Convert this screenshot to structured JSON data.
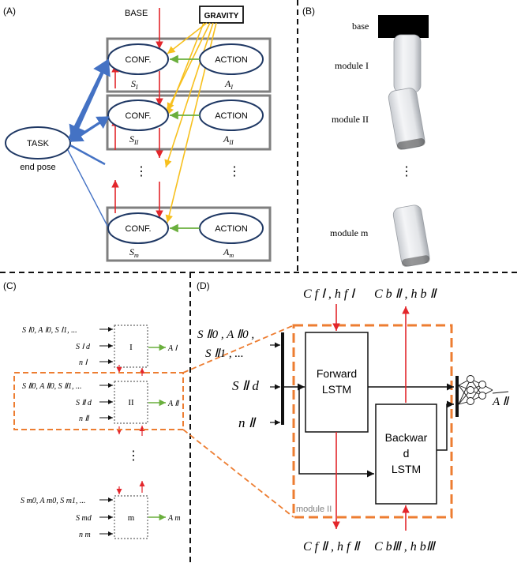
{
  "panel_a": {
    "label": "(A)",
    "base": "BASE",
    "gravity": "GRAVITY",
    "task": "TASK",
    "end_pose": "end pose",
    "rows": [
      {
        "conf": "CONF.",
        "action": "ACTION",
        "s": "S",
        "s_sub": "I",
        "a": "A",
        "a_sub": "I"
      },
      {
        "conf": "CONF.",
        "action": "ACTION",
        "s": "S",
        "s_sub": "II",
        "a": "A",
        "a_sub": "II"
      },
      {
        "conf": "CONF.",
        "action": "ACTION",
        "s": "S",
        "s_sub": "m",
        "a": "A",
        "a_sub": "m"
      }
    ],
    "ellipsis": "⋮"
  },
  "panel_b": {
    "label": "(B)",
    "base": "base",
    "modules": [
      "module I",
      "module II",
      "module m"
    ],
    "ellipsis": "⋮"
  },
  "panel_c": {
    "label": "(C)",
    "rows": [
      {
        "seq": "S",
        "seq_tail": "Ⅰ0, A Ⅰ0, S Ⅰ1, ...",
        "sd": "S Ⅰ d",
        "n": "n Ⅰ",
        "box": "I",
        "out": "A Ⅰ"
      },
      {
        "seq": "S",
        "seq_tail": "Ⅱ0, A Ⅱ0, S Ⅱ1, ...",
        "sd": "S Ⅱ d",
        "n": "n Ⅱ",
        "box": "II",
        "out": "A Ⅱ"
      },
      {
        "seq": "S",
        "seq_tail": "m0, A m0, S m1, ...",
        "sd": "S md",
        "n": "n m",
        "box": "m",
        "out": "A m"
      }
    ],
    "ellipsis": "⋮"
  },
  "panel_d": {
    "label": "(D)",
    "input_seq_1": "S Ⅱ0 , A Ⅱ0 ,",
    "input_seq_2": "S Ⅱ1 , ...",
    "input_sd": "S Ⅱ d",
    "input_n": "n Ⅱ",
    "forward_1": "Forward",
    "forward_2": "LSTM",
    "backward_1": "Backwar",
    "backward_2": "d",
    "backward_3": "LSTM",
    "module_label": "module II",
    "top_left": "C f Ⅰ , h f Ⅰ",
    "top_right": "C b Ⅱ , h b Ⅱ",
    "bottom_left": "C f Ⅱ , h f Ⅱ",
    "bottom_right": "C bⅢ , h bⅢ",
    "output": "A Ⅱ"
  },
  "colors": {
    "red": "#e3262b",
    "green": "#6aaf3d",
    "yellow": "#f7c01e",
    "blue": "#4472c4",
    "orange": "#ed7d31",
    "navy": "#1f3864",
    "gray_box": "#7f7f7f"
  }
}
